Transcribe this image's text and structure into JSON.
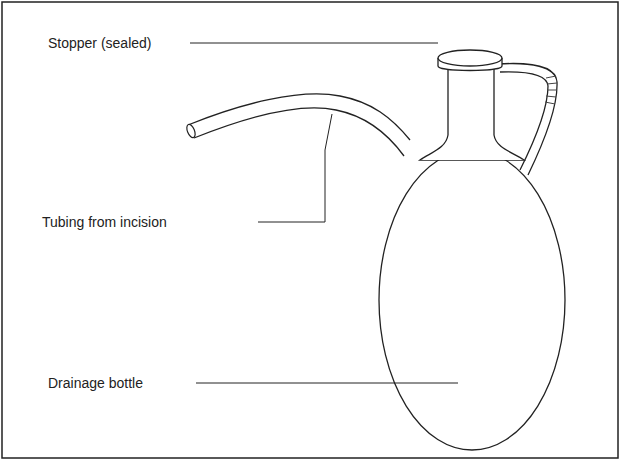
{
  "diagram": {
    "labels": [
      "Stopper (sealed)",
      "Tubing from incision",
      "Drainage bottle"
    ]
  }
}
